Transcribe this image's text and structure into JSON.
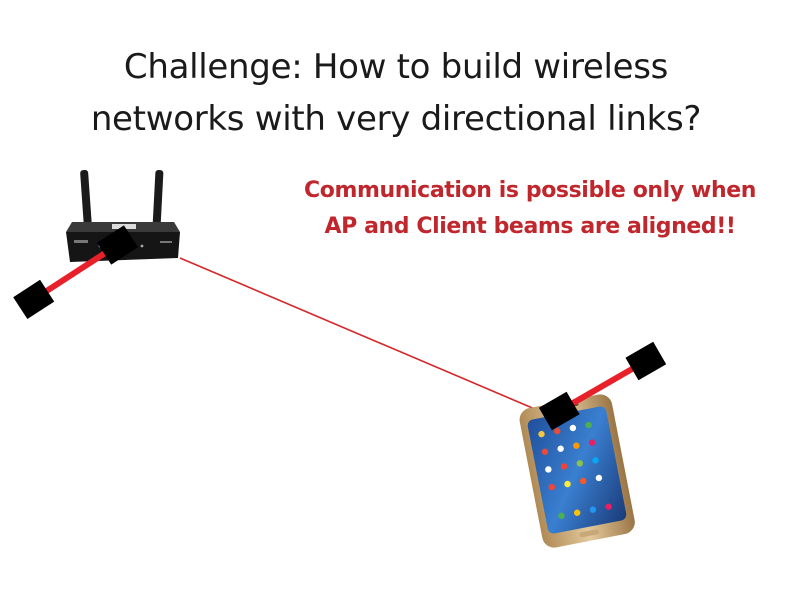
{
  "slide": {
    "title_lines": [
      "Challenge: How to build wireless",
      "networks with very directional links?"
    ],
    "callout_lines": [
      "Communication is possible only when",
      "AP and Client beams are aligned!!"
    ]
  },
  "diagram": {
    "nodes": [
      {
        "id": "ap",
        "kind": "wireless-router-icon"
      },
      {
        "id": "client",
        "kind": "smartphone-icon"
      }
    ],
    "links": [
      {
        "from": "ap",
        "to": "client",
        "kind": "directional-beam"
      }
    ]
  },
  "colors": {
    "title": "#1a1a1a",
    "callout": "#c0272d",
    "link": "#d62728",
    "beam_black": "#000000",
    "beam_red": "#e8202a"
  }
}
